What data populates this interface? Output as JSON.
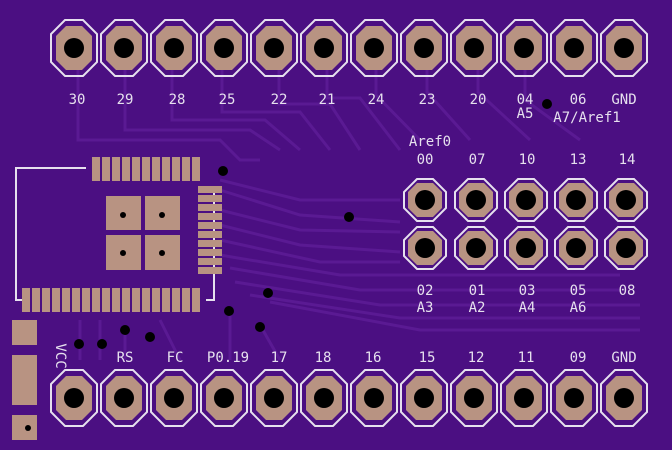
{
  "board": {
    "background": "#4b0f82",
    "trace_color": "#5a1a93",
    "copper_color": "#b89382",
    "silk_color": "#e6e0ee",
    "hole_color": "#000000"
  },
  "top_header": {
    "labels": [
      "30",
      "29",
      "28",
      "25",
      "22",
      "21",
      "24",
      "23",
      "20",
      "04",
      "06",
      "GND"
    ],
    "sublabels": {
      "a5": "A5",
      "a7": "A7/Aref1"
    }
  },
  "right_block": {
    "top_label": "Aref0",
    "upper_labels": [
      "00",
      "07",
      "10",
      "13",
      "14"
    ],
    "lower_labels": [
      "02",
      "01",
      "03",
      "05",
      "08"
    ],
    "lower_sublabels": [
      "A3",
      "A2",
      "A4",
      "A6",
      ""
    ]
  },
  "bottom_header": {
    "vcc_label": "VCC",
    "labels": [
      "RS",
      "FC",
      "P0.19",
      "17",
      "18",
      "16",
      "15",
      "12",
      "11",
      "09",
      "GND"
    ]
  },
  "icons": {
    "module": "module-footprint-icon",
    "via": "via-icon",
    "pad": "pad-icon"
  }
}
